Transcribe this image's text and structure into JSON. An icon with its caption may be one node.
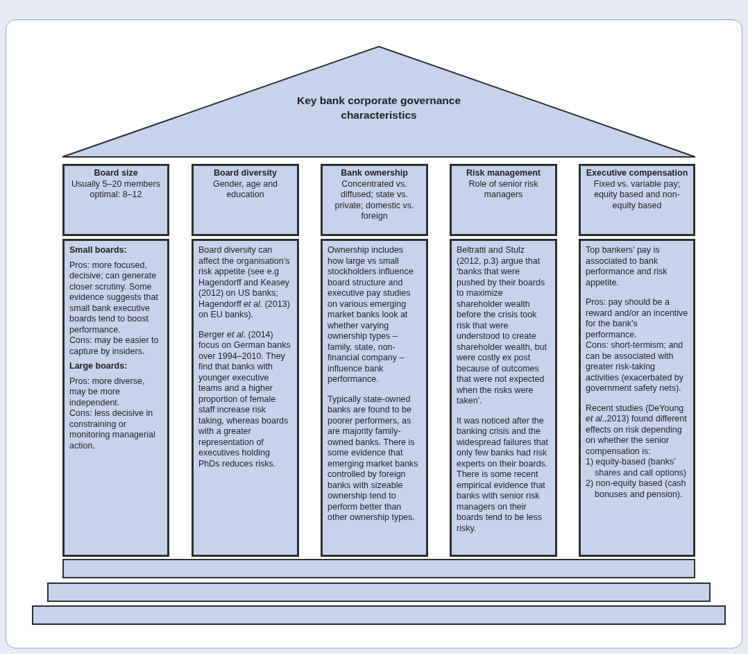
{
  "diagram": {
    "nodes": [
      {
        "text": [
          "Key bank corporate governance characteristics"
        ]
      },
      {
        "text": [
          "Board size",
          "Usually 5–20 members optimal: 8–12"
        ]
      },
      {
        "text": [
          "Board diversity",
          "Gender, age and education"
        ]
      },
      {
        "text": [
          "Bank ownership",
          "Concentrated vs. diffused; state vs. private; domestic vs. foreign"
        ]
      },
      {
        "text": [
          "Risk management",
          "Role of senior risk managers"
        ]
      },
      {
        "text": [
          "Executive compensation",
          "Fixed vs. variable pay; equity based and non-equity based"
        ]
      },
      {
        "text": [
          "**Small boards:**",
          "Pros: more focused, decisive; can generate closer scrutiny. Some evidence suggests that small bank executive boards tend to boost performance.",
          "Cons: may be easier to capture by insiders.",
          "**Large boards:**",
          "Pros: more diverse, may be more independent.",
          "Cons: less decisive in constraining or monitoring managerial action."
        ]
      },
      {
        "text": [
          "Board diversity can affect the organisation’s risk appetite (see e.g Hagendorff and Keasey (2012) on US banks; Hagendorff *et al*. (2013) on EU banks).",
          "Berger *et al*. (2014) focus on German banks over 1994–2010. They find that banks with younger executive teams and a higher proportion of female staff increase risk taking, whereas boards with a greater representation of executives holding PhDs reduces risks."
        ]
      },
      {
        "text": [
          "Ownership includes how large vs small stockholders influence board structure and executive pay studies on various emerging market banks look at whether varying ownership types – family, state, non-financial company – influence bank performance.",
          "Typically state-owned banks are found to be poorer performers, as are majority family-owned banks. There is some evidence that emerging market banks controlled by foreign banks with sizeable ownership tend to perform better than other ownership types."
        ]
      },
      {
        "text": [
          "Beltratti and Stulz (2012, p.3) argue that ‘banks that were pushed by their boards to maximize shareholder wealth before the crisis took risk that were understood to create shareholder wealth, but were costly ex post because of outcomes that were not expected when the risks were taken’.",
          "It was noticed after the banking crisis and the widespread failures that only few banks had risk experts on their boards. There is some recent empirical evidence that banks with senior risk managers on their boards tend to be less risky."
        ]
      },
      {
        "text": [
          "Top bankers’ pay is associated to bank performance and risk appetite.",
          "Pros: pay should be a reward and/or an incentive for the bank’s performance.",
          "Cons: short-termism; and can be associated with greater risk-taking activities (exacerbated by government safety nets).",
          "Recent studies (DeYoung *et al*.,2013) found different effects on risk depending on whether the senior compensation is:",
          "1) equity-based (banks’ shares and call options)",
          "2) non-equity based (cash bonuses and pension)."
        ]
      },
      {
        "text": [],
        "shape": "bar"
      },
      {
        "text": [],
        "shape": "bar"
      },
      {
        "text": [],
        "shape": "bar"
      }
    ]
  }
}
